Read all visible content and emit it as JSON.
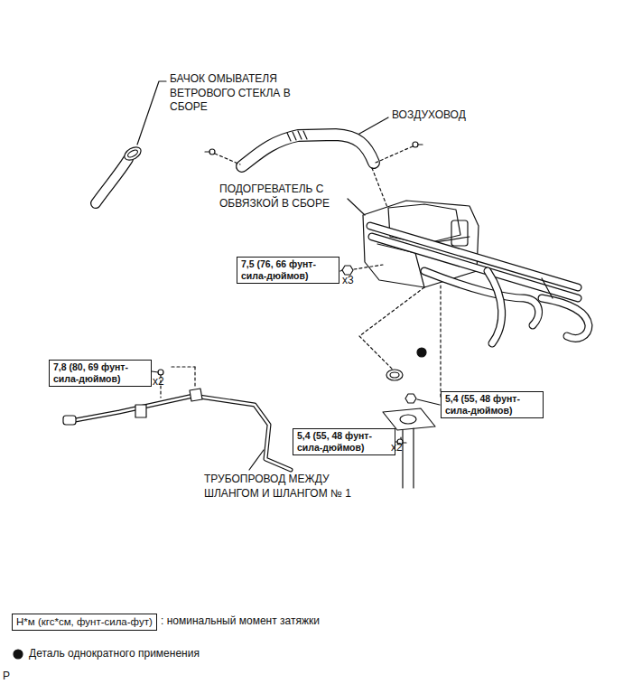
{
  "diagram": {
    "nodes": [
      {
        "text": [
          "7,5 (76, 66 фунт-сила-дюймов)"
        ]
      },
      {
        "text": [
          "7,8 (80, 69 фунт-сила-дюймов)"
        ]
      },
      {
        "text": [
          "5,4 (55, 48 фунт-сила-дюймов)"
        ]
      },
      {
        "text": [
          "5,4 (55, 48 фунт-сила-дюймов)"
        ]
      },
      {
        "text": [
          "Н*м (кгс*см, фунт-сила-фут)"
        ]
      }
    ],
    "labels": [
      "БАЧОК ОМЫВАТЕЛЯ ВЕТРОВОГО СТЕКЛА В СБОРЕ",
      "ВОЗДУХОВОД",
      "ПОДОГРЕВАТЕЛЬ С ОБВЯЗКОЙ В СБОРЕ",
      "x3",
      "x2",
      "x2",
      "ТРУБОПРОВОД МЕЖДУ ШЛАНГОМ И ШЛАНГОМ № 1",
      "P"
    ],
    "legend": [
      {
        "text": ": номинальный момент затяжки"
      },
      {
        "text": "Деталь однократного применения"
      }
    ]
  }
}
